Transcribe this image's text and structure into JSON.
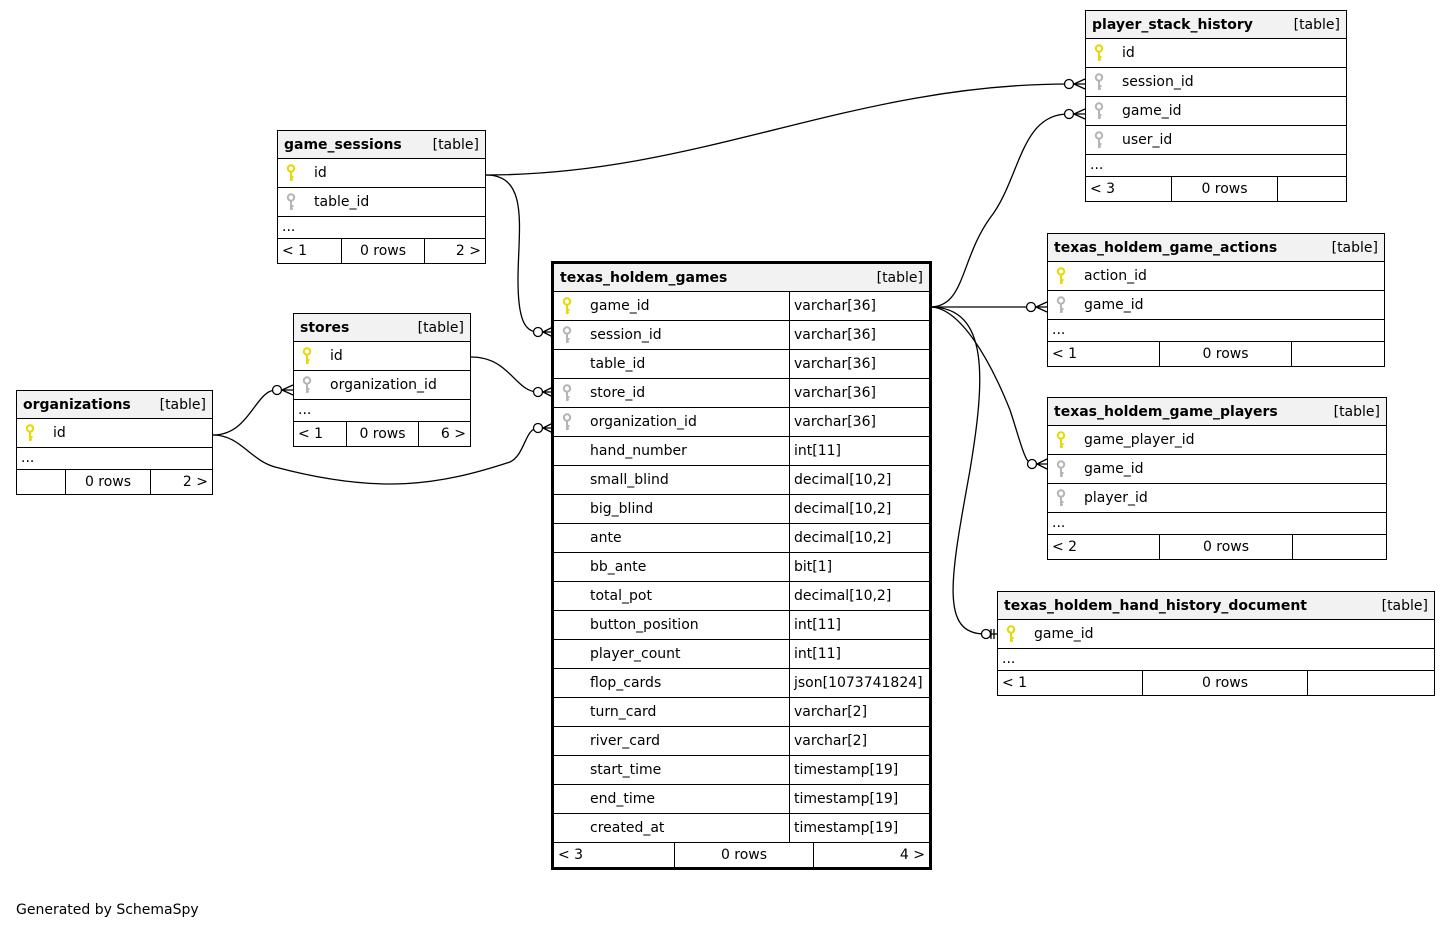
{
  "generated_by": "Generated by SchemaSpy",
  "colors": {
    "primary_key": "#e6d800",
    "foreign_key": "#b5b5b5",
    "header_bg": "#f2f2f2"
  },
  "tables": {
    "player_stack_history": {
      "name": "player_stack_history",
      "kind": "[table]",
      "columns": [
        {
          "name": "id",
          "key": "primary-key-icon"
        },
        {
          "name": "session_id",
          "key": "foreign-key-icon"
        },
        {
          "name": "game_id",
          "key": "foreign-key-icon"
        },
        {
          "name": "user_id",
          "key": "foreign-key-icon"
        }
      ],
      "ellipsis": "...",
      "footer": {
        "left": "< 3",
        "center": "0 rows",
        "right": ""
      }
    },
    "game_sessions": {
      "name": "game_sessions",
      "kind": "[table]",
      "columns": [
        {
          "name": "id",
          "key": "primary-key-icon"
        },
        {
          "name": "table_id",
          "key": "foreign-key-icon"
        }
      ],
      "ellipsis": "...",
      "footer": {
        "left": "< 1",
        "center": "0 rows",
        "right": "2 >"
      }
    },
    "texas_holdem_game_actions": {
      "name": "texas_holdem_game_actions",
      "kind": "[table]",
      "columns": [
        {
          "name": "action_id",
          "key": "primary-key-icon"
        },
        {
          "name": "game_id",
          "key": "foreign-key-icon"
        }
      ],
      "ellipsis": "...",
      "footer": {
        "left": "< 1",
        "center": "0 rows",
        "right": ""
      }
    },
    "texas_holdem_games": {
      "name": "texas_holdem_games",
      "kind": "[table]",
      "columns": [
        {
          "name": "game_id",
          "type": "varchar[36]",
          "key": "primary-key-icon"
        },
        {
          "name": "session_id",
          "type": "varchar[36]",
          "key": "foreign-key-icon"
        },
        {
          "name": "table_id",
          "type": "varchar[36]",
          "key": ""
        },
        {
          "name": "store_id",
          "type": "varchar[36]",
          "key": "foreign-key-icon"
        },
        {
          "name": "organization_id",
          "type": "varchar[36]",
          "key": "foreign-key-icon"
        },
        {
          "name": "hand_number",
          "type": "int[11]",
          "key": ""
        },
        {
          "name": "small_blind",
          "type": "decimal[10,2]",
          "key": ""
        },
        {
          "name": "big_blind",
          "type": "decimal[10,2]",
          "key": ""
        },
        {
          "name": "ante",
          "type": "decimal[10,2]",
          "key": ""
        },
        {
          "name": "bb_ante",
          "type": "bit[1]",
          "key": ""
        },
        {
          "name": "total_pot",
          "type": "decimal[10,2]",
          "key": ""
        },
        {
          "name": "button_position",
          "type": "int[11]",
          "key": ""
        },
        {
          "name": "player_count",
          "type": "int[11]",
          "key": ""
        },
        {
          "name": "flop_cards",
          "type": "json[1073741824]",
          "key": ""
        },
        {
          "name": "turn_card",
          "type": "varchar[2]",
          "key": ""
        },
        {
          "name": "river_card",
          "type": "varchar[2]",
          "key": ""
        },
        {
          "name": "start_time",
          "type": "timestamp[19]",
          "key": ""
        },
        {
          "name": "end_time",
          "type": "timestamp[19]",
          "key": ""
        },
        {
          "name": "created_at",
          "type": "timestamp[19]",
          "key": ""
        }
      ],
      "footer": {
        "left": "< 3",
        "center": "0 rows",
        "right": "4 >"
      }
    },
    "stores": {
      "name": "stores",
      "kind": "[table]",
      "columns": [
        {
          "name": "id",
          "key": "primary-key-icon"
        },
        {
          "name": "organization_id",
          "key": "foreign-key-icon"
        }
      ],
      "ellipsis": "...",
      "footer": {
        "left": "< 1",
        "center": "0 rows",
        "right": "6 >"
      }
    },
    "organizations": {
      "name": "organizations",
      "kind": "[table]",
      "columns": [
        {
          "name": "id",
          "key": "primary-key-icon"
        }
      ],
      "ellipsis": "...",
      "footer": {
        "left": "",
        "center": "0 rows",
        "right": "2 >"
      }
    },
    "texas_holdem_game_players": {
      "name": "texas_holdem_game_players",
      "kind": "[table]",
      "columns": [
        {
          "name": "game_player_id",
          "key": "primary-key-icon"
        },
        {
          "name": "game_id",
          "key": "foreign-key-icon"
        },
        {
          "name": "player_id",
          "key": "foreign-key-icon"
        }
      ],
      "ellipsis": "...",
      "footer": {
        "left": "< 2",
        "center": "0 rows",
        "right": ""
      }
    },
    "texas_holdem_hand_history_document": {
      "name": "texas_holdem_hand_history_document",
      "kind": "[table]",
      "columns": [
        {
          "name": "game_id",
          "key": "primary-key-icon"
        }
      ],
      "ellipsis": "...",
      "footer": {
        "left": "< 1",
        "center": "0 rows",
        "right": ""
      }
    }
  }
}
